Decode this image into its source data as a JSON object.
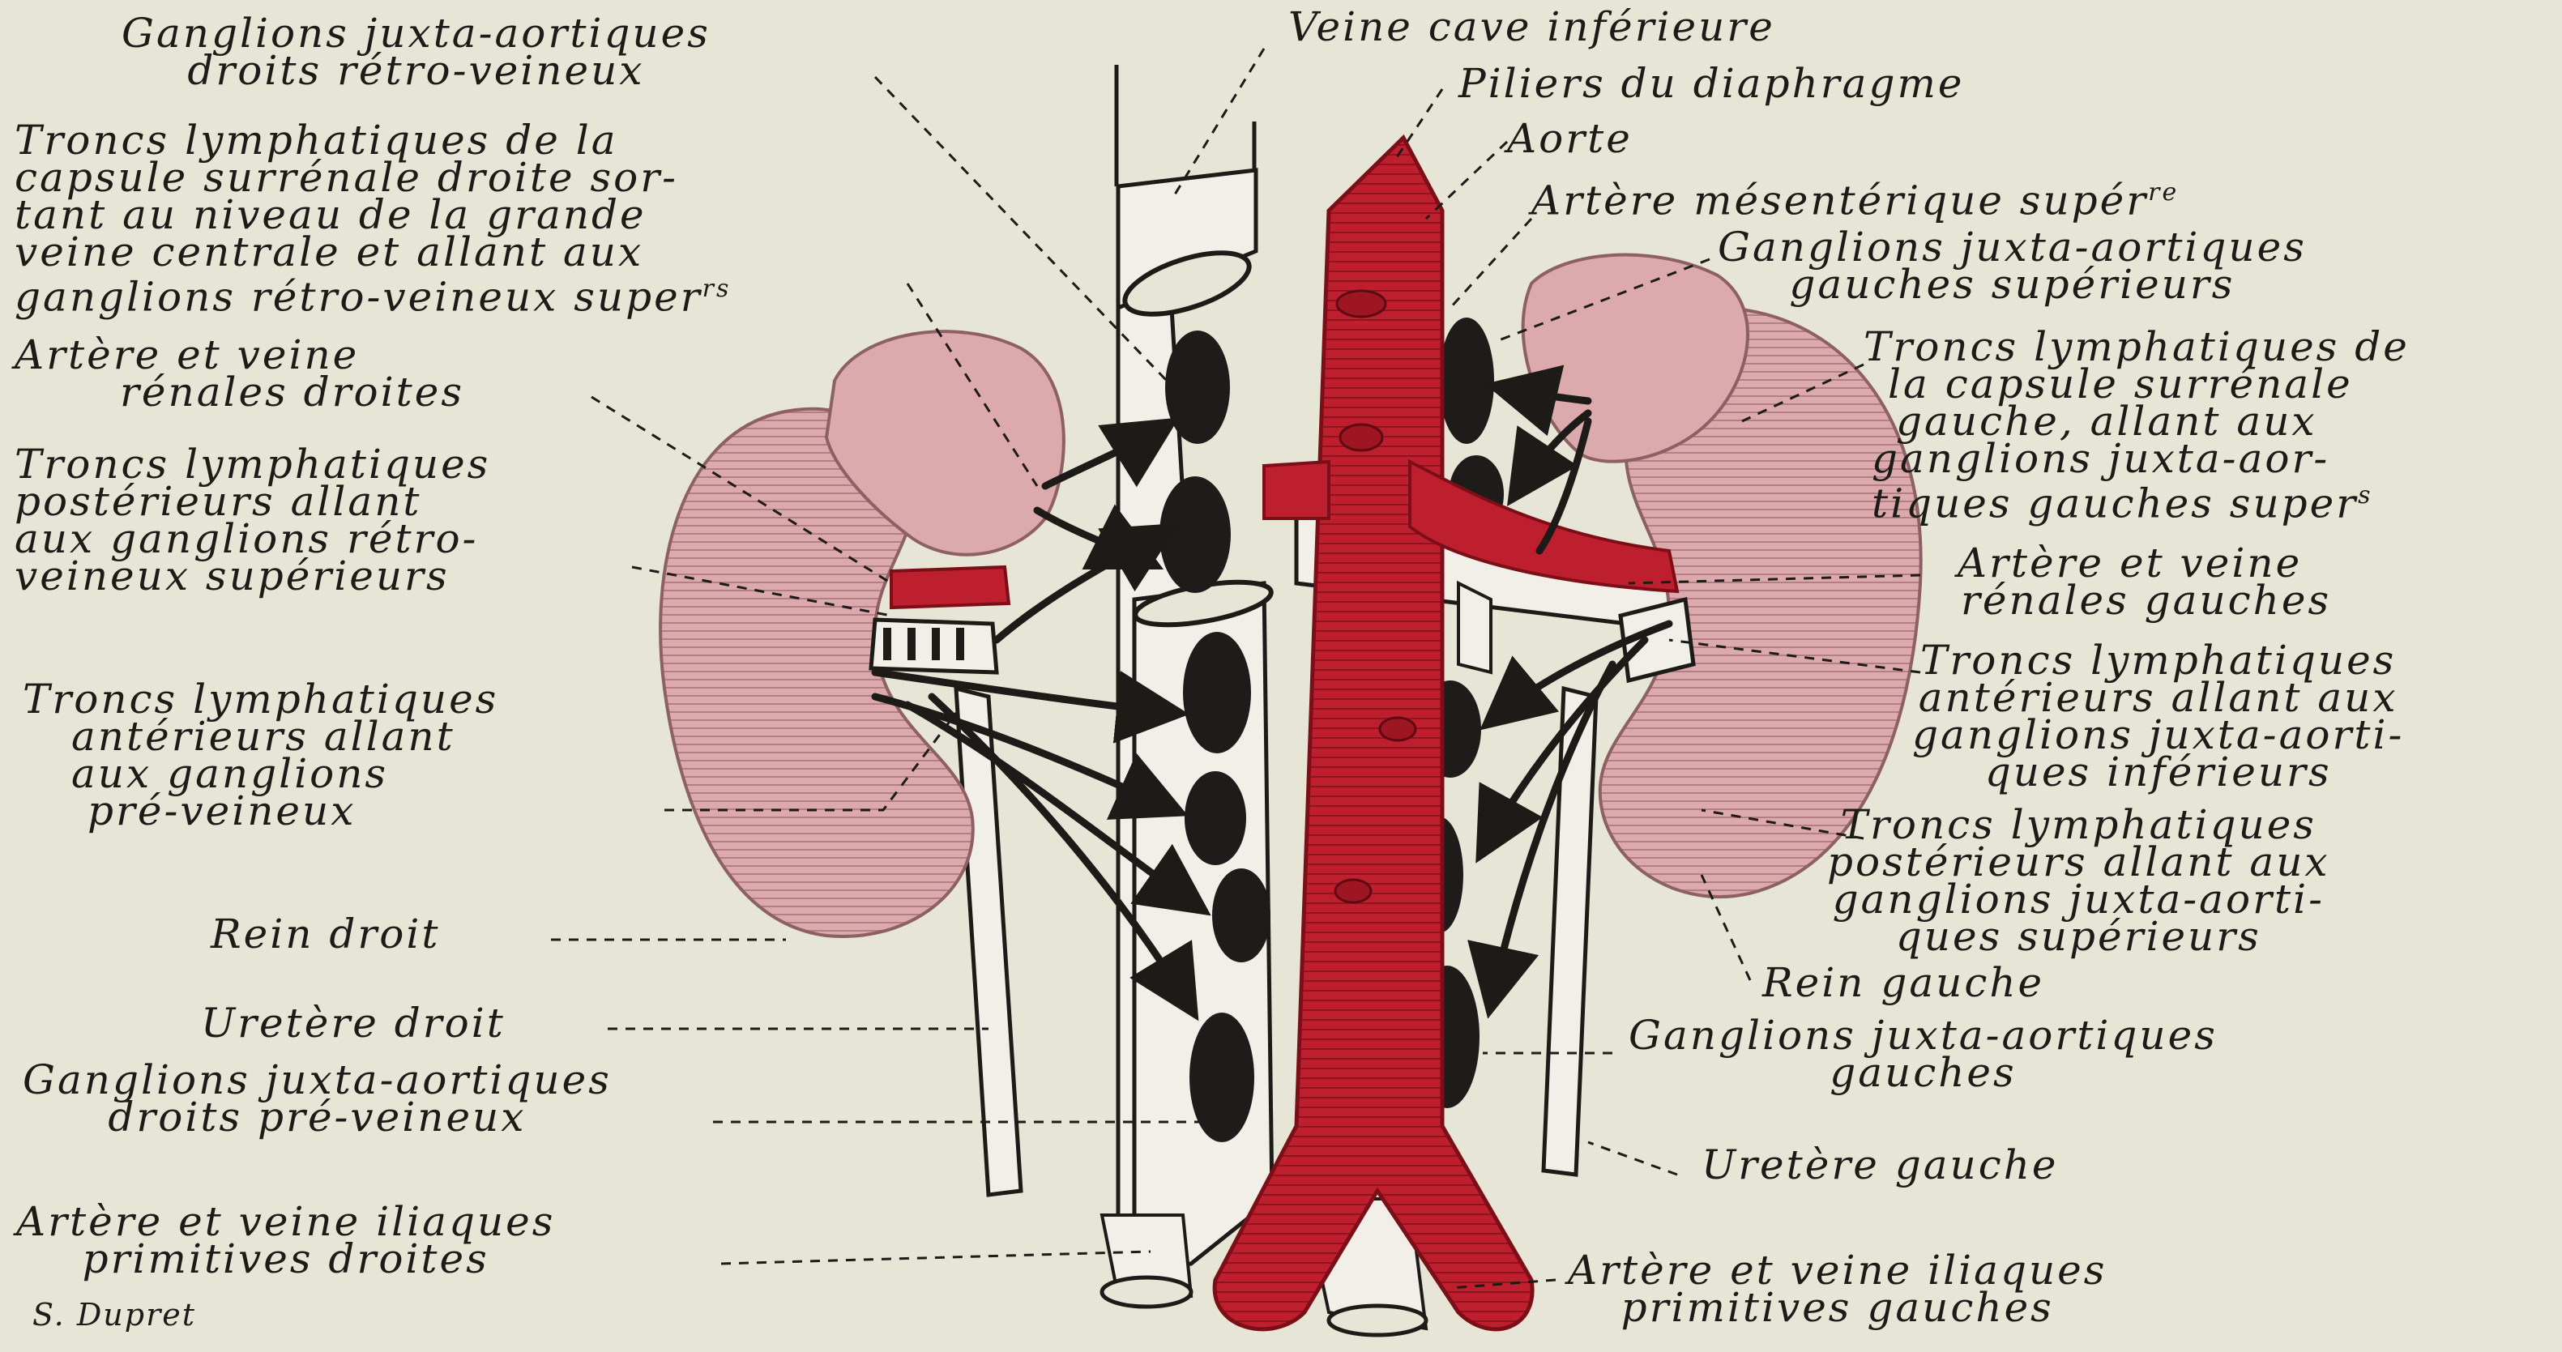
{
  "palette": {
    "background": "#e7e5d6",
    "artery_red": "#bd1f2e",
    "artery_dark": "#7c0e18",
    "kidney_pink": "#dca9ad",
    "kidney_dark": "#b17f84",
    "vein_white": "#f1efe8",
    "ink": "#1d1b18"
  },
  "labels": {
    "ganglions_juxta_droits_retro": [
      "Ganglions juxta-aortiques",
      "droits rétro-veineux"
    ],
    "troncs_capsule_droite": [
      "Troncs lymphatiques de la",
      "capsule surrénale droite sor-",
      "tant au niveau de la grande",
      "veine centrale et allant aux",
      "ganglions rétro-veineux super"
    ],
    "troncs_capsule_droite_sup": "rs",
    "artere_veine_renales_droites": [
      "Artère et veine",
      "rénales droites"
    ],
    "troncs_posterieurs_droits": [
      "Troncs lymphatiques",
      "postérieurs allant",
      "aux ganglions rétro-",
      "veineux supérieurs"
    ],
    "troncs_anterieurs_droits": [
      "Troncs lymphatiques",
      "antérieurs allant",
      "aux ganglions",
      "pré-veineux"
    ],
    "rein_droit": "Rein droit",
    "uretere_droit": "Uretère droit",
    "ganglions_juxta_droits_pre": [
      "Ganglions juxta-aortiques",
      "droits pré-veineux"
    ],
    "iliaques_droites": [
      "Artère et veine iliaques",
      "primitives droites"
    ],
    "signature": "S. Dupret",
    "veine_cave": "Veine cave inférieure",
    "piliers": "Piliers du diaphragme",
    "aorte": "Aorte",
    "artere_mesenterique": "Artère mésentérique supér",
    "artere_mesenterique_sup": "re",
    "ganglions_juxta_gauches_sup": [
      "Ganglions juxta-aortiques",
      "gauches supérieurs"
    ],
    "troncs_capsule_gauche": [
      "Troncs lymphatiques de",
      "la capsule surrénale",
      "gauche, allant aux",
      "ganglions juxta-aor-",
      "tiques gauches super"
    ],
    "troncs_capsule_gauche_sup": "s",
    "artere_veine_renales_gauches": [
      "Artère et veine",
      "rénales gauches"
    ],
    "troncs_anterieurs_gauches": [
      "Troncs lymphatiques",
      "antérieurs allant aux",
      "ganglions juxta-aorti-",
      "ques inférieurs"
    ],
    "troncs_posterieurs_gauches": [
      "Troncs lymphatiques",
      "postérieurs allant aux",
      "ganglions juxta-aorti-",
      "ques supérieurs"
    ],
    "rein_gauche": "Rein gauche",
    "ganglions_juxta_gauches": [
      "Ganglions juxta-aortiques",
      "gauches"
    ],
    "uretere_gauche": "Uretère gauche",
    "iliaques_gauches": [
      "Artère et veine iliaques",
      "primitives gauches"
    ]
  }
}
